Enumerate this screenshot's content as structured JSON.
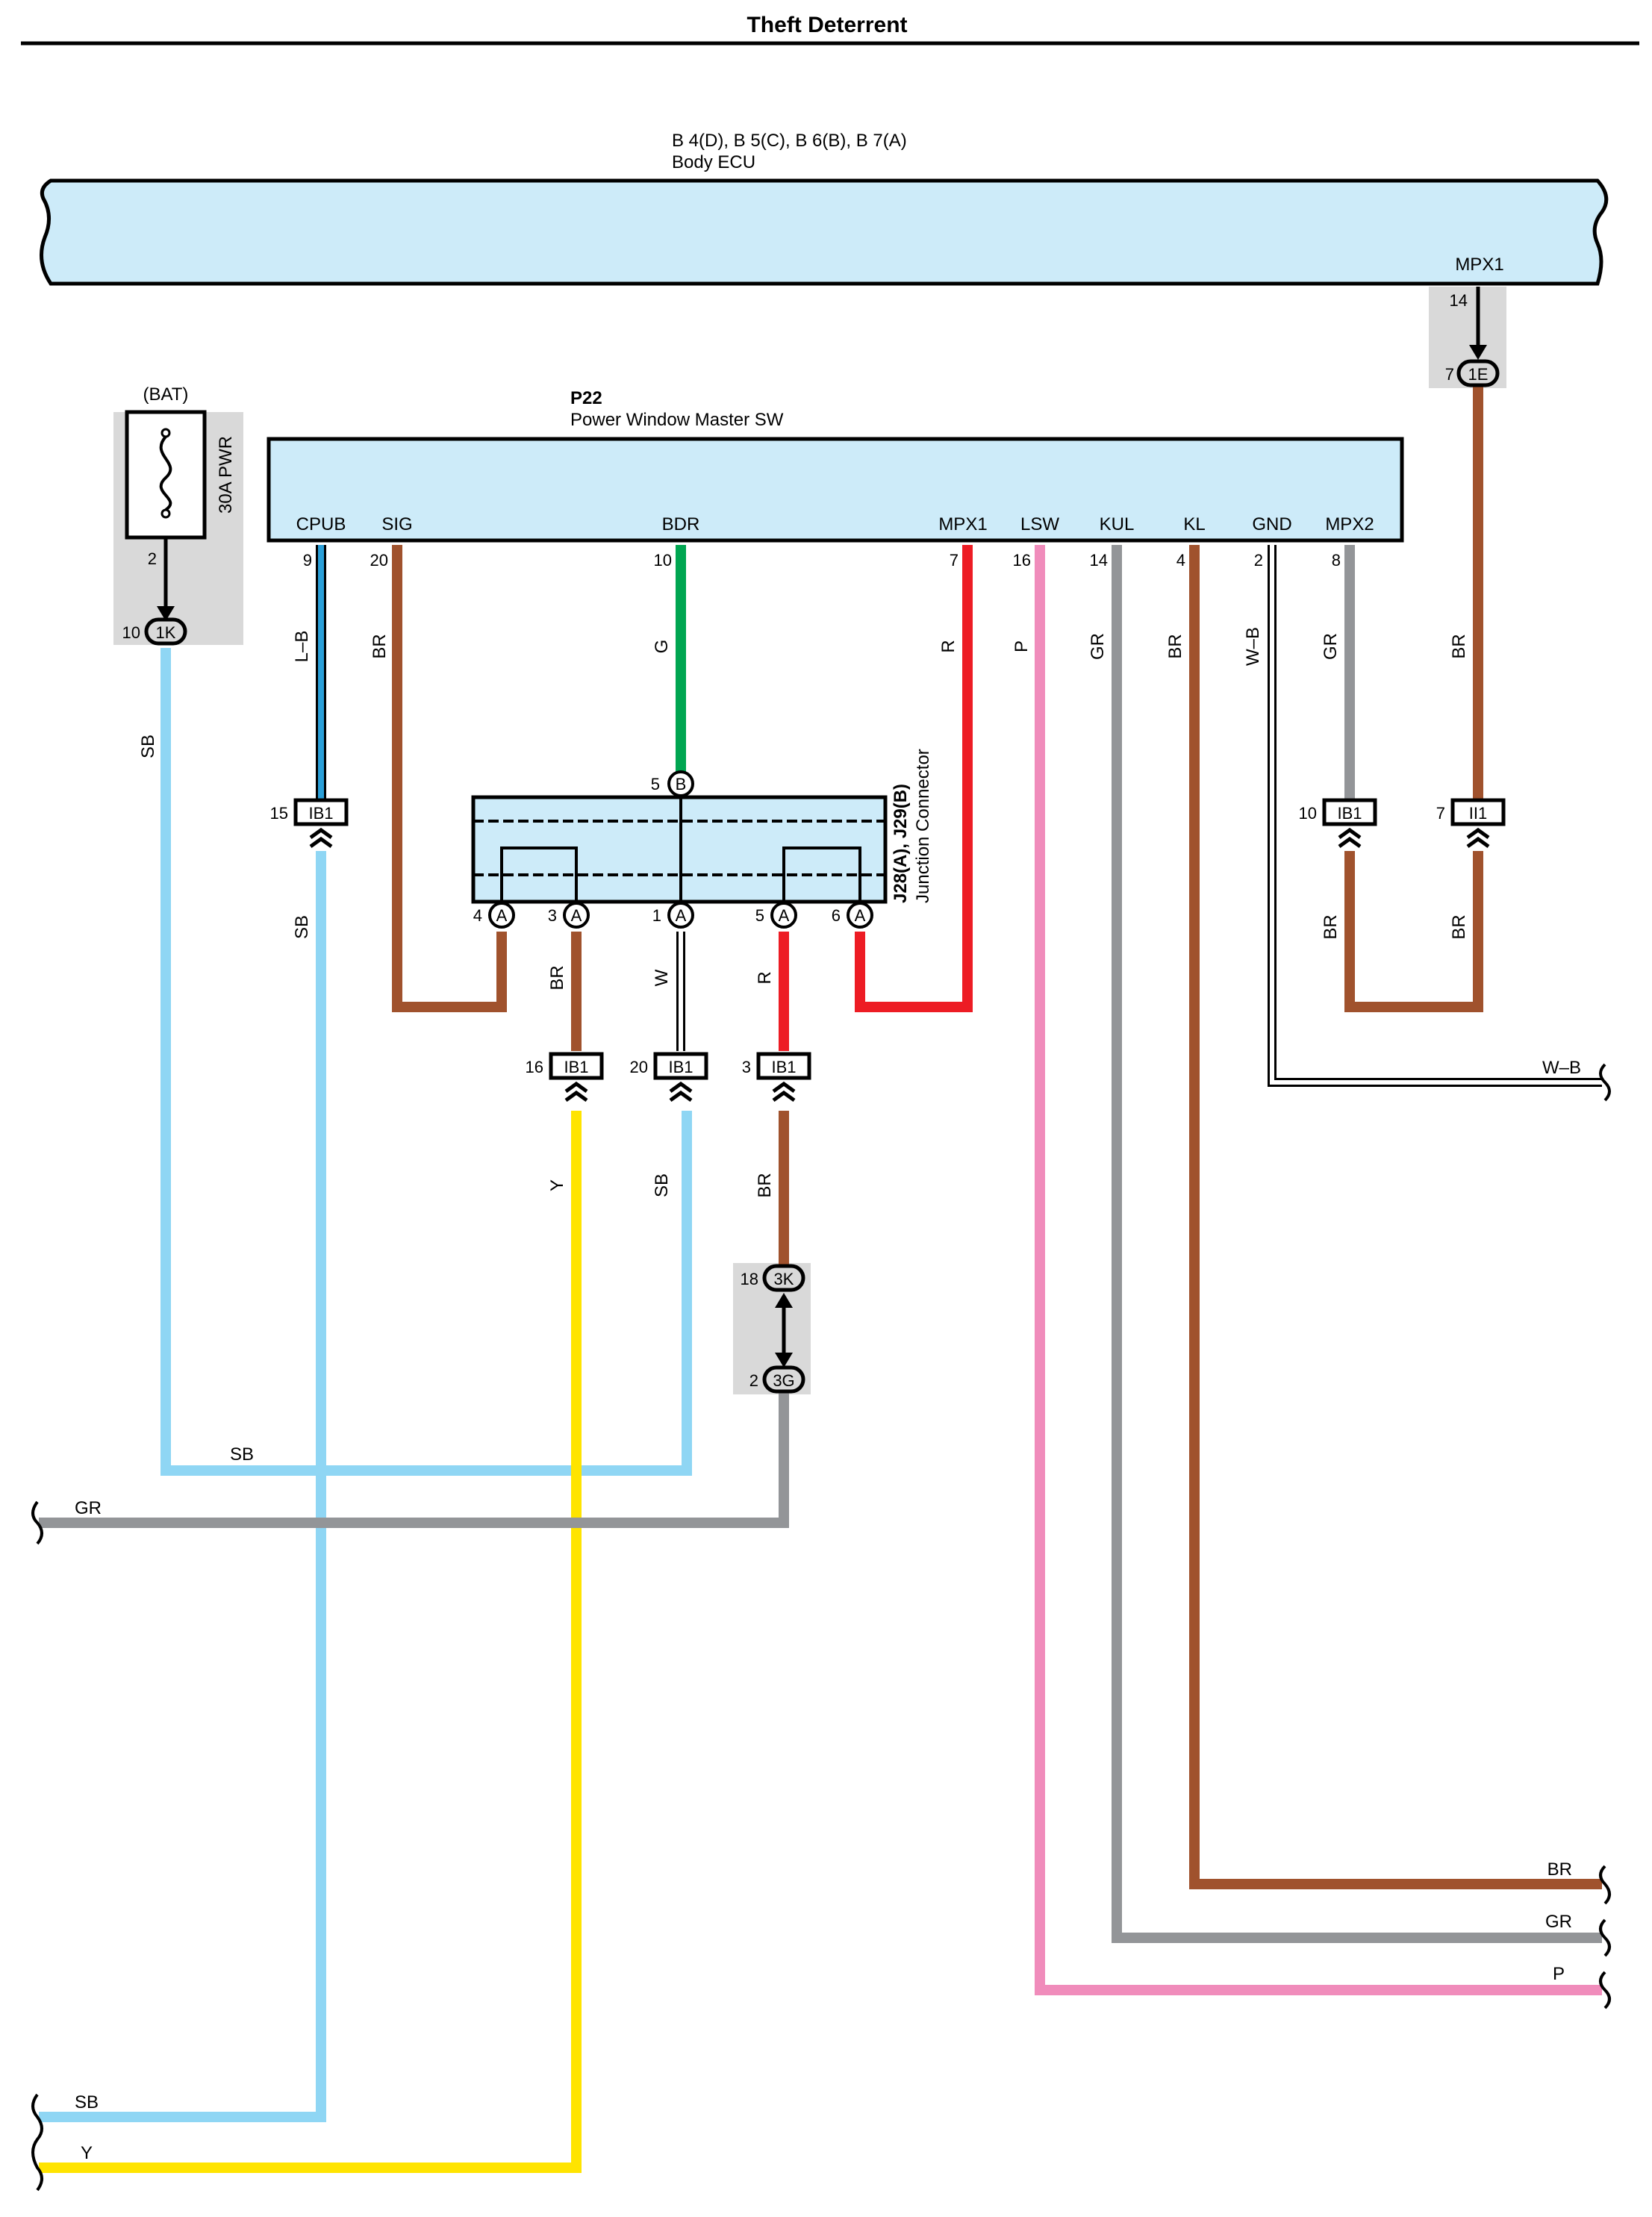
{
  "page": {
    "title": "Theft Deterrent"
  },
  "body_ecu": {
    "ref": "B 4(D), B 5(C), B 6(B), B 7(A)",
    "name": "Body ECU",
    "pin_label": "MPX1",
    "pin_num": "14"
  },
  "conn_1e": {
    "pin": "7",
    "id": "1E"
  },
  "fuse": {
    "source": "(BAT)",
    "name": "30A PWR",
    "pin": "2",
    "conn_pin": "10",
    "conn_id": "1K"
  },
  "pw_switch": {
    "ref": "P22",
    "name": "Power Window Master SW"
  },
  "pins": [
    {
      "label": "CPUB",
      "num": "9"
    },
    {
      "label": "SIG",
      "num": "20"
    },
    {
      "label": "BDR",
      "num": "10"
    },
    {
      "label": "MPX1",
      "num": "7"
    },
    {
      "label": "LSW",
      "num": "16"
    },
    {
      "label": "KUL",
      "num": "14"
    },
    {
      "label": "KL",
      "num": "4"
    },
    {
      "label": "GND",
      "num": "2"
    },
    {
      "label": "MPX2",
      "num": "8"
    }
  ],
  "junction": {
    "ref": "J28(A), J29(B)",
    "name": "Junction Connector",
    "top_pin": {
      "num": "5",
      "id": "B"
    },
    "bottom_pins": [
      {
        "num": "4",
        "id": "A"
      },
      {
        "num": "3",
        "id": "A"
      },
      {
        "num": "1",
        "id": "A"
      },
      {
        "num": "5",
        "id": "A"
      },
      {
        "num": "6",
        "id": "A"
      }
    ]
  },
  "connectors": [
    {
      "num": "15",
      "id": "IB1"
    },
    {
      "num": "10",
      "id": "IB1"
    },
    {
      "num": "7",
      "id": "II1"
    },
    {
      "num": "16",
      "id": "IB1"
    },
    {
      "num": "20",
      "id": "IB1"
    },
    {
      "num": "3",
      "id": "IB1"
    }
  ],
  "conn_3k": {
    "num": "18",
    "id": "3K"
  },
  "conn_3g": {
    "num": "2",
    "id": "3G"
  },
  "wire_labels": {
    "fuse_sb": "SB",
    "cpub_lb": "L–B",
    "cpub_sb": "SB",
    "sig_br": "BR",
    "bdr_g": "G",
    "mpx1_r": "R",
    "lsw_p": "P",
    "kul_gr": "GR",
    "kl_br": "BR",
    "gnd_wb": "W–B",
    "mpx2_gr": "GR",
    "mpx2_br": "BR",
    "ecu_br": "BR",
    "ecu_br2": "BR",
    "j3_br": "BR",
    "j1_w": "W",
    "j5_r": "R",
    "ib16_y": "Y",
    "ib20_sb": "SB",
    "ib3_br": "BR",
    "sb_horizontal": "SB"
  },
  "edge_labels": {
    "wb": "W–B",
    "gr_left": "GR",
    "br_right": "BR",
    "gr_right": "GR",
    "p_right": "P",
    "sb_left": "SB",
    "y_left": "Y"
  },
  "colors": {
    "SB": "#8fd6f4",
    "L-B": "#2a9fd8",
    "BR": "#a0522d",
    "G": "#00a651",
    "R": "#ed1c24",
    "P": "#f08cbb",
    "GR": "#939598",
    "Y": "#ffe400",
    "component_fill": "#cdebf9",
    "shade": "#d9d9d9"
  }
}
